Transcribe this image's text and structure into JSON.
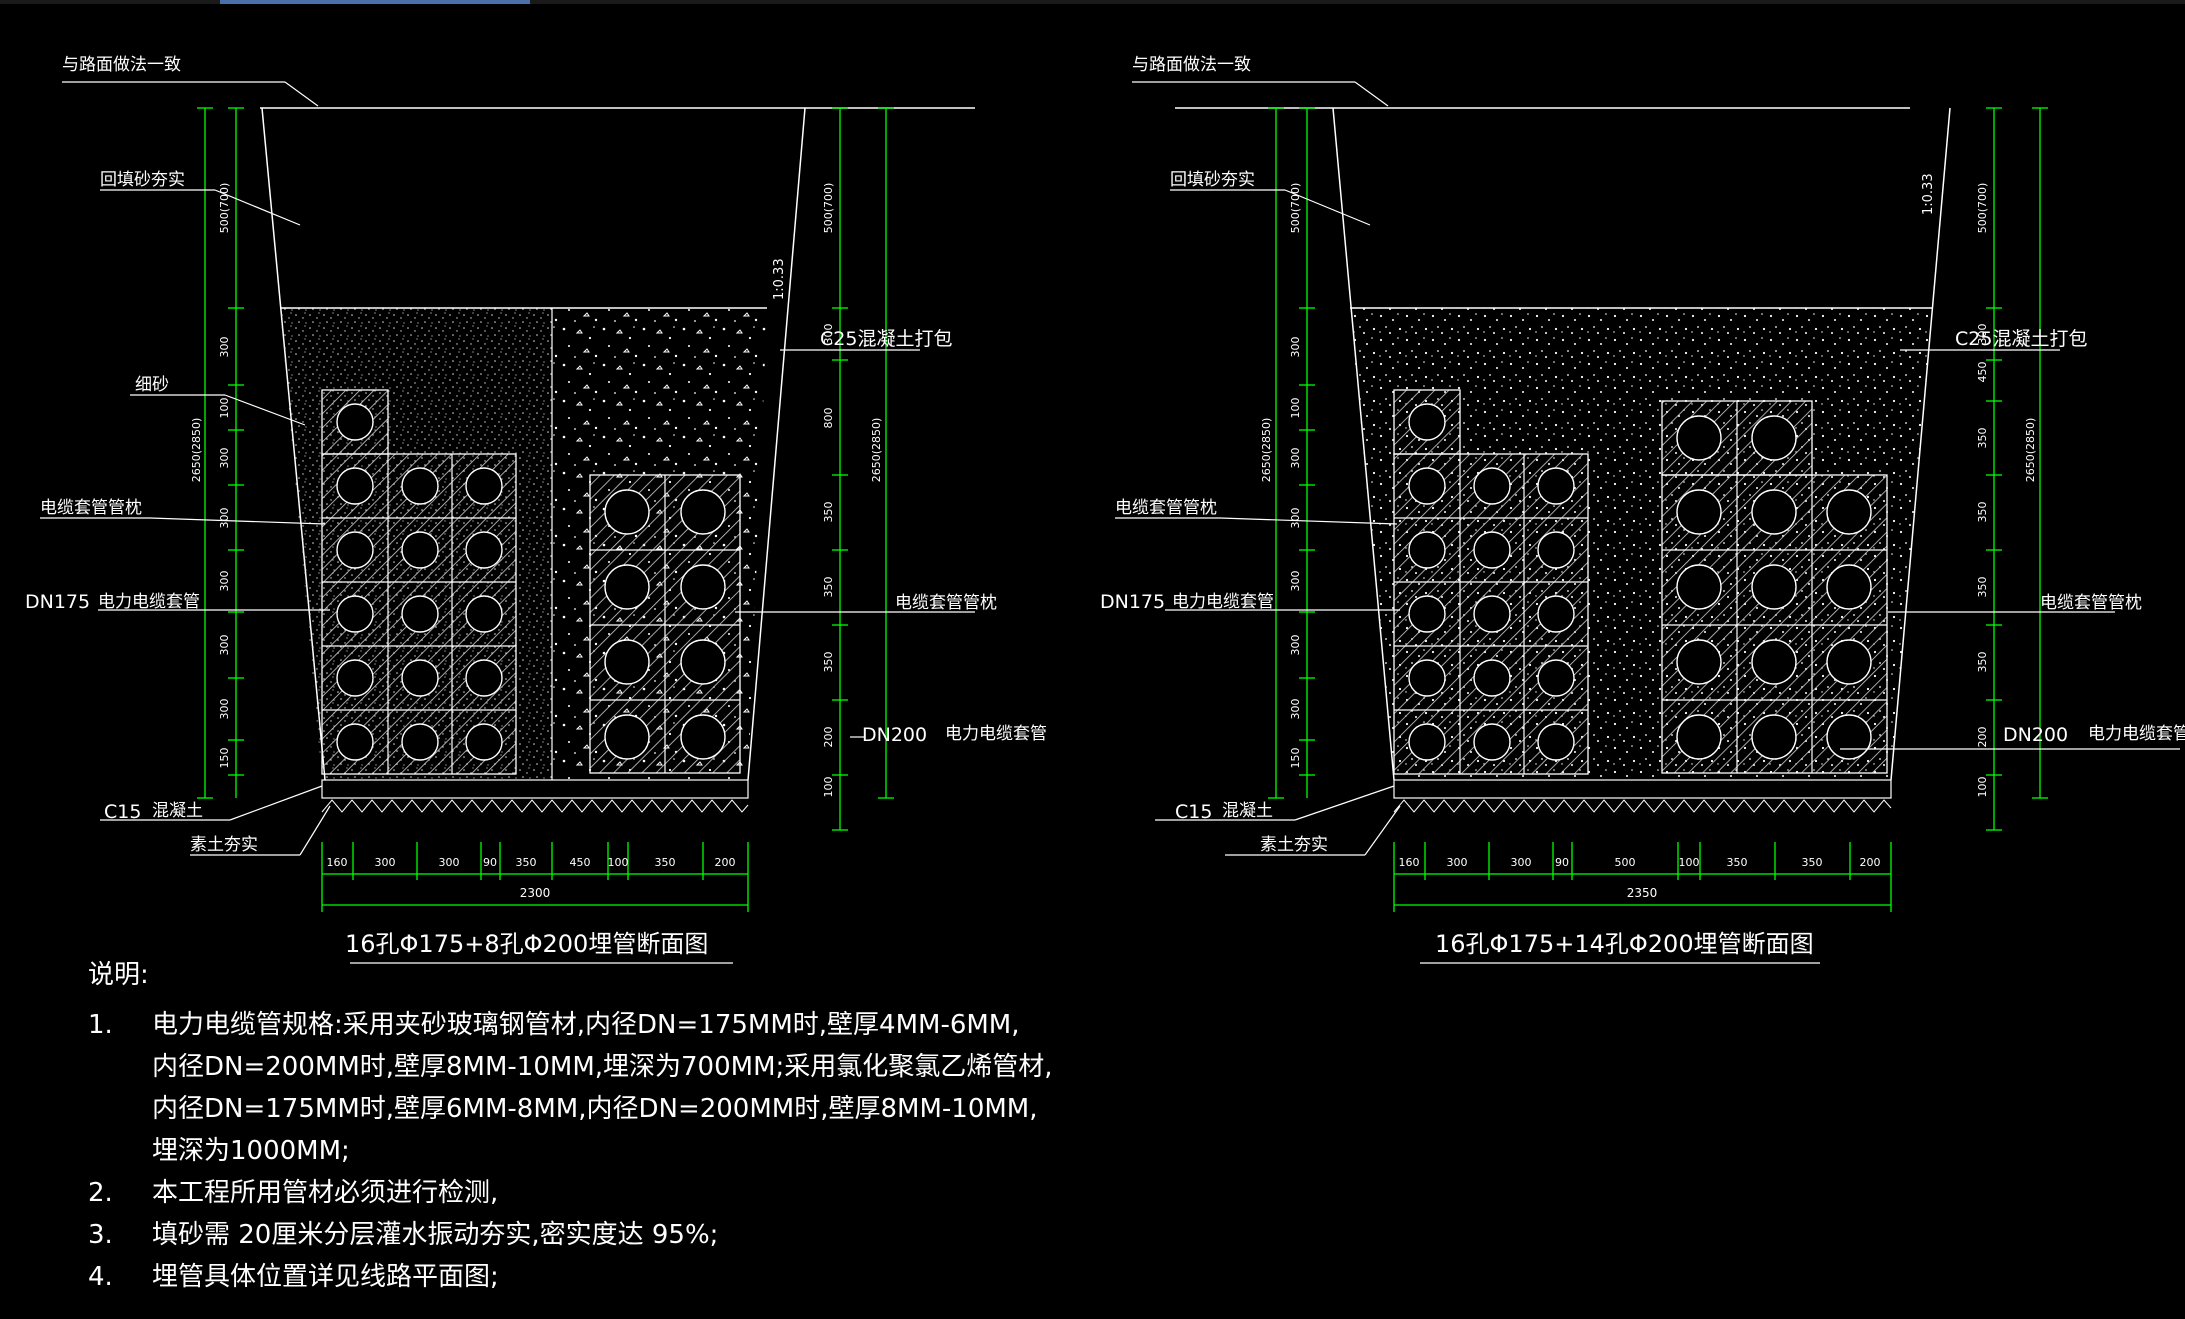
{
  "colors": {
    "line": "#ffffff",
    "dim": "#00ff00",
    "background": "#000000",
    "hatch": "#d0d0d0"
  },
  "drawings": [
    {
      "id": "left",
      "title": "16孔Φ175+8孔Φ200埋管断面图",
      "labels": {
        "road": "与路面做法一致",
        "backfill": "回填砂夯实",
        "fine_sand": "细砂",
        "pipe_rest": "电缆套管管枕",
        "dn175_code": "DN175",
        "dn175_text": "电力电缆套管",
        "c15_code": "C15",
        "c15_text": "混凝土",
        "soil": "素土夯实",
        "c25": "C25混凝土打包",
        "slope": "1:0.33",
        "pipe_rest_right": "电缆套管管枕",
        "dn200_code": "DN200",
        "dn200_text": "电力电缆套管"
      },
      "vdims_left": [
        "500(700)",
        "300",
        "100",
        "300",
        "300",
        "300",
        "300",
        "300",
        "150"
      ],
      "vdim_left_total": "2650(2850)",
      "vdims_right": [
        "500(700)",
        "300",
        "800",
        "350",
        "350",
        "350",
        "200",
        "100"
      ],
      "vdim_right_total": "2650(2850)",
      "hdims": [
        "160",
        "300",
        "300",
        "90",
        "350",
        "450",
        "100",
        "350",
        "200"
      ],
      "hdim_total": "2300"
    },
    {
      "id": "right",
      "title": "16孔Φ175+14孔Φ200埋管断面图",
      "labels": {
        "road": "与路面做法一致",
        "backfill": "回填砂夯实",
        "pipe_rest": "电缆套管管枕",
        "dn175_code": "DN175",
        "dn175_text": "电力电缆套管",
        "c15_code": "C15",
        "c15_text": "混凝土",
        "soil": "素土夯实",
        "c25": "C25混凝土打包",
        "slope": "1:0.33",
        "pipe_rest_right": "电缆套管管枕",
        "dn200_code": "DN200",
        "dn200_text": "电力电缆套管"
      },
      "vdims_left": [
        "500(700)",
        "300",
        "100",
        "300",
        "300",
        "300",
        "300",
        "300",
        "150"
      ],
      "vdim_left_total": "2650(2850)",
      "vdims_right": [
        "500(700)",
        "300",
        "450",
        "350",
        "350",
        "350",
        "350",
        "200",
        "100"
      ],
      "vdim_right_total": "2650(2850)",
      "hdims": [
        "160",
        "300",
        "300",
        "90",
        "500",
        "100",
        "350",
        "350",
        "200"
      ],
      "hdim_total": "2350"
    }
  ],
  "notes": {
    "title": "说明:",
    "items": [
      {
        "num": "1.",
        "lines": [
          "电力电缆管规格:采用夹砂玻璃钢管材,内径DN=175MM时,壁厚4MM-6MM,",
          "内径DN=200MM时,壁厚8MM-10MM,埋深为700MM;采用氯化聚氯乙烯管材,",
          "内径DN=175MM时,壁厚6MM-8MM,内径DN=200MM时,壁厚8MM-10MM,",
          "埋深为1000MM;"
        ]
      },
      {
        "num": "2.",
        "lines": [
          "本工程所用管材必须进行检测,"
        ]
      },
      {
        "num": "3.",
        "lines": [
          "填砂需  20厘米分层灌水振动夯实,密实度达          95%;"
        ]
      },
      {
        "num": "4.",
        "lines": [
          "埋管具体位置详见线路平面图;"
        ]
      }
    ]
  }
}
